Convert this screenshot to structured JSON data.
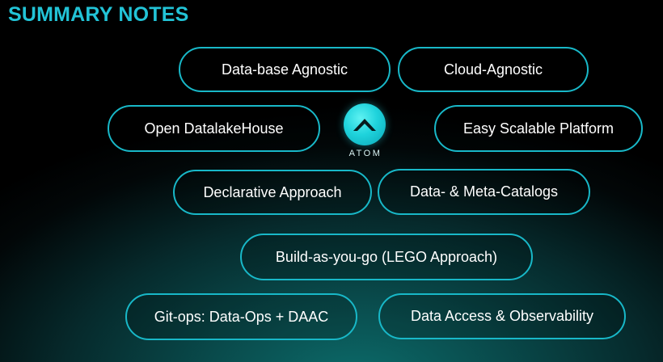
{
  "title": "SUMMARY NOTES",
  "logo": {
    "name": "ATOM",
    "icon": "atom-chevron-logo-icon"
  },
  "pills": {
    "database_agnostic": "Data-base Agnostic",
    "cloud_agnostic": "Cloud-Agnostic",
    "open_datalakehouse": "Open DatalakeHouse",
    "easy_scalable_platform": "Easy Scalable Platform",
    "declarative_approach": "Declarative Approach",
    "data_meta_catalogs": "Data- & Meta-Catalogs",
    "build_as_you_go": "Build-as-you-go (LEGO Approach)",
    "git_ops": "Git-ops: Data-Ops + DAAC",
    "data_access_observability": "Data Access & Observability"
  },
  "colors": {
    "accent": "#22c3d6",
    "pill_border": "#18b8c8",
    "pill_text": "#ffffff",
    "background_center": "#0c6b6a",
    "background_edge": "#000000"
  }
}
